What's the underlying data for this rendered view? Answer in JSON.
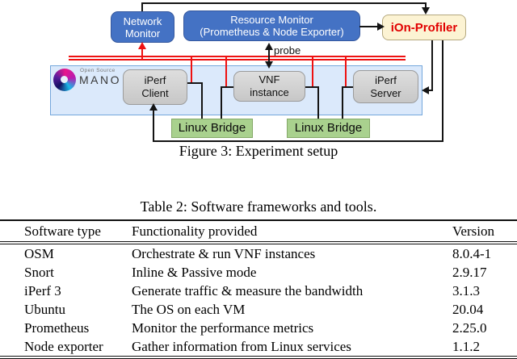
{
  "figure": {
    "caption": "Figure 3: Experiment setup",
    "diagram": {
      "network_monitor": {
        "line1": "Network",
        "line2": "Monitor"
      },
      "resource_monitor": {
        "line1": "Resource Monitor",
        "line2": "(Prometheus & Node Exporter)"
      },
      "ion_profiler": {
        "label": "iOn-Profiler"
      },
      "probe_label": "probe",
      "osm_logo": {
        "top": "Open Source",
        "main": "MANO"
      },
      "iperf_client": {
        "line1": "iPerf",
        "line2": "Client"
      },
      "vnf_instance": {
        "line1": "VNF",
        "line2": "instance"
      },
      "iperf_server": {
        "line1": "iPerf",
        "line2": "Server"
      },
      "linux_bridge_1": "Linux Bridge",
      "linux_bridge_2": "Linux Bridge",
      "colors": {
        "monitor_box": "#4472C4",
        "profiler_box_bg": "#FCF3D3",
        "profiler_text": "#E10000",
        "osm_container_bg": "#DBE9FB",
        "vm_box_bg": "#D9D9D9",
        "bridge_bg": "#A9D18E",
        "probe_bus": "#EE1111",
        "connector": "#111111"
      }
    }
  },
  "table": {
    "title": "Table 2: Software frameworks and tools.",
    "headers": [
      "Software type",
      "Functionality provided",
      "Version"
    ],
    "rows": [
      [
        "OSM",
        "Orchestrate & run VNF instances",
        "8.0.4-1"
      ],
      [
        "Snort",
        "Inline & Passive mode",
        "2.9.17"
      ],
      [
        "iPerf 3",
        "Generate traffic & measure the bandwidth",
        "3.1.3"
      ],
      [
        "Ubuntu",
        "The OS on each VM",
        "20.04"
      ],
      [
        "Prometheus",
        "Monitor the performance metrics",
        "2.25.0"
      ],
      [
        "Node exporter",
        "Gather information from Linux services",
        "1.1.2"
      ]
    ]
  }
}
